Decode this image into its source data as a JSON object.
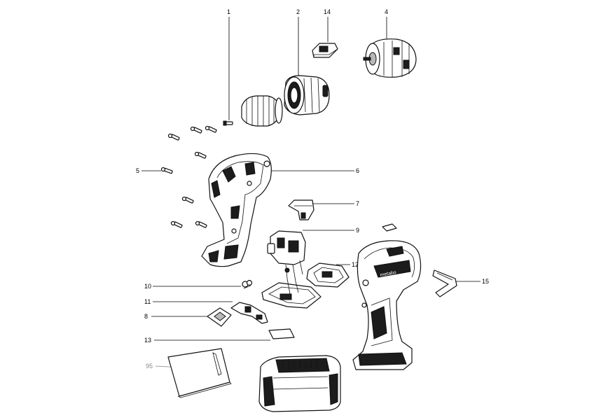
{
  "labels": {
    "l1": "1",
    "l2": "2",
    "l14": "14",
    "l4": "4",
    "l5": "5",
    "l6": "6",
    "l7": "7",
    "l9": "9",
    "l12": "12",
    "l15": "15",
    "l10": "10",
    "l11": "11",
    "l8": "8",
    "l13": "13",
    "l95": "95"
  },
  "colors": {
    "line": "#111111",
    "grey_label": "#8a8a8a",
    "background": "#ffffff"
  }
}
